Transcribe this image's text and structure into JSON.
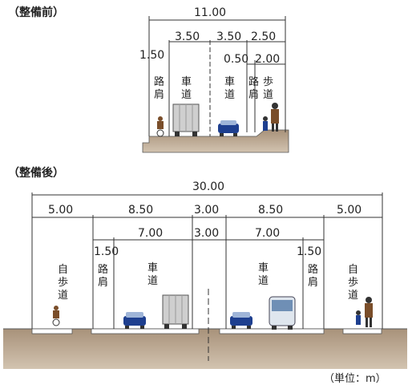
{
  "before": {
    "header": "（整備前）",
    "total_width": "11.00",
    "dims": {
      "roadway_left": "3.50",
      "roadway_right": "3.50",
      "sidewalk_total": "2.50",
      "shoulder_left": "1.50",
      "shoulder_right": "0.50",
      "sidewalk": "2.00"
    },
    "labels": {
      "shoulder_left": [
        "路",
        "肩"
      ],
      "roadway_left": [
        "車",
        "道"
      ],
      "roadway_right": [
        "車",
        "道"
      ],
      "shoulder_right": [
        "路",
        "肩"
      ],
      "sidewalk": [
        "歩",
        "道"
      ]
    }
  },
  "after": {
    "header": "（整備後）",
    "total_width": "30.00",
    "dims": {
      "left_zone": "5.00",
      "left_carriageway": "8.50",
      "median": "3.00",
      "right_carriageway": "8.50",
      "right_zone": "5.00",
      "shoulder_left": "1.50",
      "roadway_left": "7.00",
      "median_inner": "3.00",
      "roadway_right": "7.00",
      "shoulder_right": "1.50"
    },
    "labels": {
      "bike_sidewalk_left": [
        "自",
        "歩",
        "道"
      ],
      "shoulder_left": [
        "路",
        "肩"
      ],
      "roadway_left": [
        "車",
        "道"
      ],
      "roadway_right": [
        "車",
        "道"
      ],
      "shoulder_right": [
        "路",
        "肩"
      ],
      "bike_sidewalk_right": [
        "自",
        "歩",
        "道"
      ]
    }
  },
  "unit_note": "（単位：m）",
  "colors": {
    "ground": "#b8a58e",
    "ground_dark": "#8a7560",
    "line": "#222222",
    "truck": "#cfcfcf",
    "car": "#1e3f8f",
    "bus": "#dfe6ee",
    "person": "#7a4e2a"
  }
}
